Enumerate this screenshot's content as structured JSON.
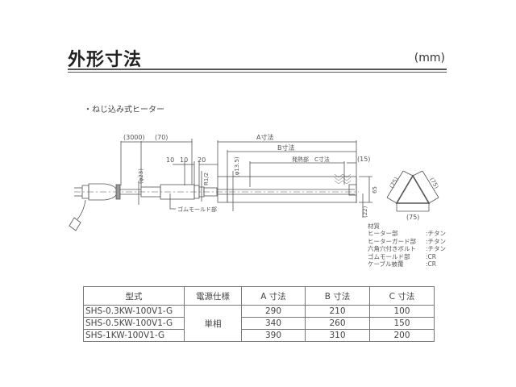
{
  "header": {
    "title": "外形寸法",
    "unit": "(mm)"
  },
  "section": {
    "bullet": "・ねじ込み式ヒーター"
  },
  "drawing": {
    "dim_cable": "(3000)",
    "dim_70": "(70)",
    "dim_10a": "10",
    "dim_10b": "10",
    "dim_20": "20",
    "dim_phi23": "(φ23)",
    "dim_r12": "R1/2",
    "dim_phi135": "(φ13.5)",
    "dim_a": "A寸法",
    "dim_b": "B寸法",
    "dim_c": "発熱部　C寸法",
    "dim_15": "(15)",
    "dim_65": "65",
    "dim_22": "(22)",
    "rubber_mold_label": "ゴムモールド部",
    "tri_left": "(75)",
    "tri_right": "(75)",
    "tri_bottom": "(75)"
  },
  "materials": {
    "title": "材質",
    "items": [
      {
        "part": "ヒーター部",
        "material": ":チタン"
      },
      {
        "part": "ヒーターガード部",
        "material": ":チタン"
      },
      {
        "part": "六角穴付きボルト",
        "material": ":チタン"
      },
      {
        "part": "ゴムモールド部",
        "material": ":CR"
      },
      {
        "part": "ケーブル被覆",
        "material": ":CR"
      }
    ]
  },
  "table": {
    "headers": [
      "型式",
      "電源仕様",
      "A 寸法",
      "B 寸法",
      "C 寸法"
    ],
    "power": "単相",
    "rows": [
      {
        "model": "SHS-0.3KW-100V1-G",
        "a": "290",
        "b": "210",
        "c": "100"
      },
      {
        "model": "SHS-0.5KW-100V1-G",
        "a": "340",
        "b": "260",
        "c": "150"
      },
      {
        "model": "SHS-1KW-100V1-G",
        "a": "390",
        "b": "310",
        "c": "200"
      }
    ]
  }
}
